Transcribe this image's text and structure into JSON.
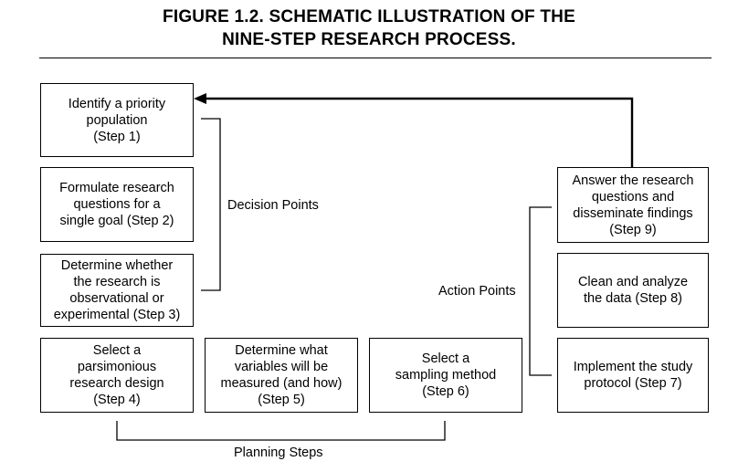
{
  "figure": {
    "title_line1": "FIGURE 1.2.    SCHEMATIC ILLUSTRATION OF THE",
    "title_line2": "NINE-STEP RESEARCH PROCESS."
  },
  "steps": {
    "step1": "Identify a priority\npopulation\n(Step 1)",
    "step2": "Formulate research\nquestions for a\nsingle goal (Step 2)",
    "step3": "Determine whether\nthe research is\nobservational or\nexperimental (Step 3)",
    "step4": "Select a\nparsimonious\nresearch design\n(Step 4)",
    "step5": "Determine what\nvariables will be\nmeasured (and how)\n(Step 5)",
    "step6": "Select a\nsampling method\n(Step 6)",
    "step7": "Implement the study\nprotocol (Step 7)",
    "step8": "Clean and analyze\nthe data (Step 8)",
    "step9": "Answer the research\nquestions and\ndisseminate findings\n(Step 9)"
  },
  "groups": {
    "decision_points": "Decision Points",
    "action_points": "Action Points",
    "planning_steps": "Planning Steps"
  }
}
